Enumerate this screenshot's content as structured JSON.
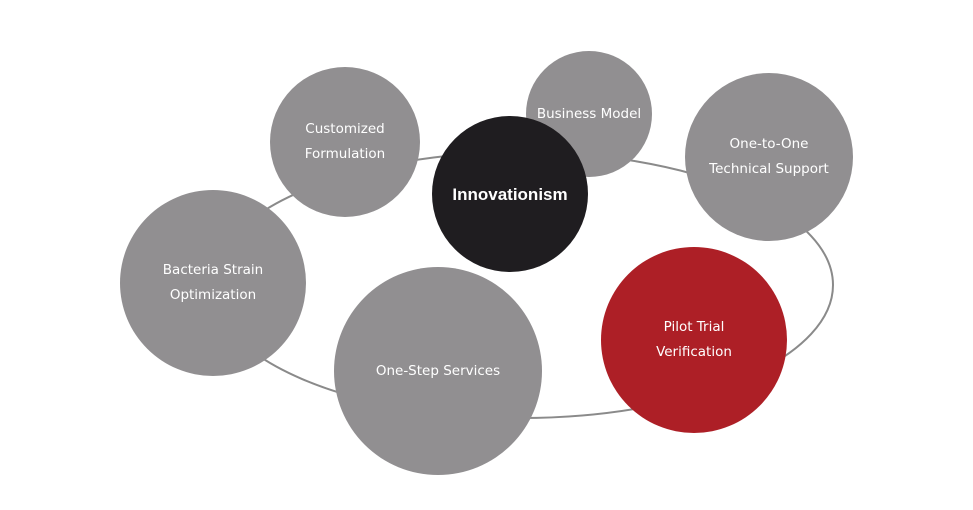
{
  "colors": {
    "node": "#918f91",
    "center": "#1f1d20",
    "highlight": "#ad1f26",
    "orbit": "#8a8a8a"
  },
  "nodes": {
    "customized": {
      "line1": "Customized",
      "line2": "Formulation"
    },
    "business": {
      "line1": "Business Model"
    },
    "center": {
      "line1": "Innovationism"
    },
    "support": {
      "line1": "One-to-One",
      "line2": "Technical Support"
    },
    "bacteria": {
      "line1": "Bacteria Strain",
      "line2": "Optimization"
    },
    "onestep": {
      "line1": "One-Step Services"
    },
    "pilot": {
      "line1": "Pilot Trial",
      "line2": "Verification"
    }
  }
}
